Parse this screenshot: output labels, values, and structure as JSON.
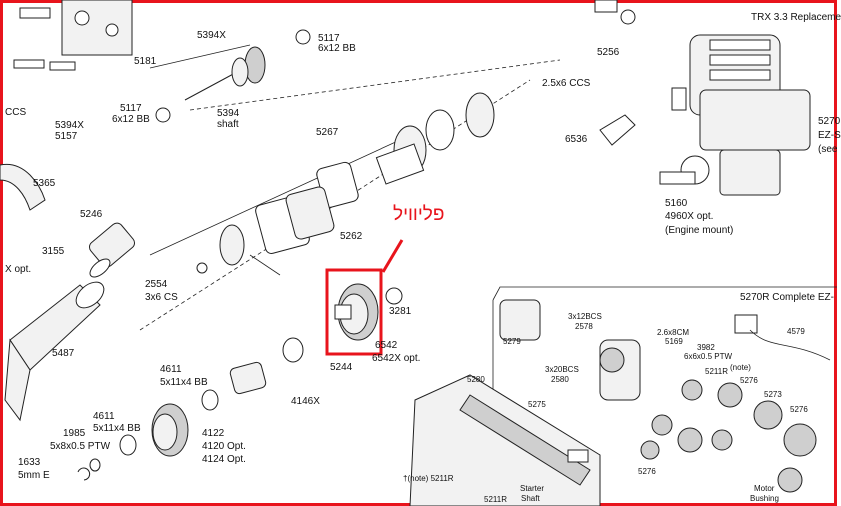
{
  "annotation": {
    "hebrew_text": "פליוויל",
    "color": "#e8141c"
  },
  "labels": {
    "trx": "TRX 3.3 Replaceme",
    "p5394x_top": "5394X",
    "p5181": "5181",
    "p5117_top": "5117",
    "p5117_top_desc": "6x12 BB",
    "p5256": "5256",
    "ccs_left": "CCS",
    "p5394x_mid": "5394X",
    "p5157": "5157",
    "p5117_mid": "5117",
    "p5117_mid_desc": "6x12 BB",
    "p5394": "5394",
    "shaft": "shaft",
    "ccs_2_5x6": "2.5x6 CCS",
    "p5270": "5270",
    "ez_s": "EZ-S",
    "see": "(see",
    "p6536": "6536",
    "p5267": "5267",
    "p5365": "5365",
    "p5160": "5160",
    "p4960x": "4960X opt.",
    "engine_mount": "(Engine mount)",
    "p5246": "5246",
    "p5262": "5262",
    "p3155": "3155",
    "x_opt": "X opt.",
    "p2554": "2554",
    "p3x6cs": "3x6 CS",
    "p3281": "3281",
    "p5270r": "5270R Complete EZ-",
    "p4579": "4579",
    "p3x12bcs": "3x12BCS",
    "p2578": "2578",
    "p2_6x8cm": "2.6x8CM",
    "p5169": "5169",
    "p3982": "3982",
    "p6x6x05": "6x6x0.5 PTW",
    "p5211r_note": "5211R",
    "note": "(note)",
    "p5487": "5487",
    "p6542": "6542",
    "p6542x": "6542X opt.",
    "p5244": "5244",
    "p5279": "5279",
    "p3x20bcs": "3x20BCS",
    "p2580": "2580",
    "p5276_a": "5276",
    "p5273": "5273",
    "p5276_b": "5276",
    "p4611_a": "4611",
    "p5x11x4_a": "5x11x4 BB",
    "p5280": "5280",
    "p5275": "5275",
    "p4146x": "4146X",
    "p4611_b": "4611",
    "p5x11x4_b": "5x11x4 BB",
    "p1985": "1985",
    "p5x8": "5x8x0.5 PTW",
    "p4122": "4122",
    "p4120": "4120 Opt.",
    "p4124": "4124 Opt.",
    "p5276_c": "5276",
    "p1633": "1633",
    "p5mm": "5mm E",
    "note_5211r": "†(note) 5211R",
    "starter": "Starter",
    "shaft_b": "Shaft",
    "p5211r_b": "5211R",
    "motor": "Motor",
    "bushing": "Bushing"
  }
}
